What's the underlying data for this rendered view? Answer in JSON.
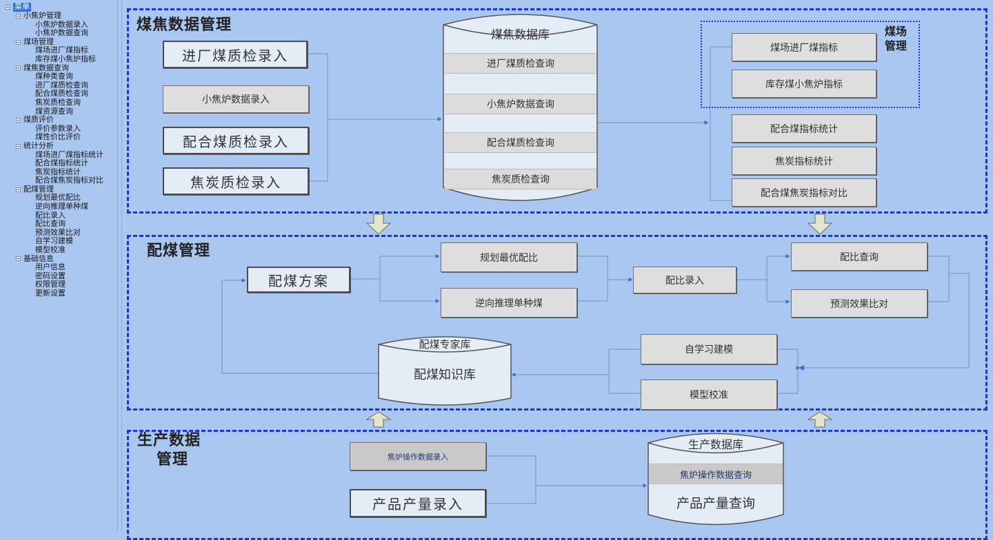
{
  "sidebar": {
    "root_label": "菜单",
    "groups": [
      {
        "label": "小焦炉管理",
        "items": [
          "小焦炉数据录入",
          "小焦炉数据查询"
        ]
      },
      {
        "label": "煤场管理",
        "items": [
          "煤场进厂煤指标",
          "库存煤小焦炉指标"
        ]
      },
      {
        "label": "煤焦数据查询",
        "items": [
          "煤种类查询",
          "进厂煤质检查询",
          "配合煤质检查询",
          "焦炭质检查询",
          "煤资源查询"
        ]
      },
      {
        "label": "煤质评价",
        "items": [
          "评价参数录入",
          "煤性价比评价"
        ]
      },
      {
        "label": "统计分析",
        "items": [
          "煤场进厂煤指标统计",
          "配合煤指标统计",
          "焦炭指标统计",
          "配合煤焦炭指标对比"
        ]
      },
      {
        "label": "配煤管理",
        "items": [
          "规划最优配比",
          "逆向推理单种煤",
          "配比录入",
          "配比查询",
          "预测效果比对",
          "自学习建模",
          "模型校准"
        ]
      },
      {
        "label": "基础信息",
        "items": [
          "用户信息",
          "密码设置",
          "权限管理",
          "更新设置"
        ]
      }
    ]
  },
  "section_coal_data": {
    "title": "煤焦数据管理",
    "inputs": [
      "进厂煤质检录入",
      "小焦炉数据录入",
      "配合煤质检录入",
      "焦炭质检录入"
    ],
    "database": {
      "title": "煤焦数据库",
      "bands": [
        "进厂煤质检查询",
        "小焦炉数据查询",
        "配合煤质检查询",
        "焦炭质检查询"
      ]
    },
    "coal_yard": {
      "title_line1": "煤场",
      "title_line2": "管理",
      "items": [
        "煤场进厂煤指标",
        "库存煤小焦炉指标"
      ]
    },
    "stats": [
      "配合煤指标统计",
      "焦炭指标统计",
      "配合煤焦炭指标对比"
    ]
  },
  "section_blending": {
    "title": "配煤管理",
    "plan": "配煤方案",
    "methods": [
      "规划最优配比",
      "逆向推理单种煤"
    ],
    "ratio_entry": "配比录入",
    "ratio_outputs": [
      "配比查询",
      "预测效果比对"
    ],
    "learning": [
      "自学习建模",
      "模型校准"
    ],
    "knowledge_db": {
      "title": "配煤专家库",
      "body": "配煤知识库"
    }
  },
  "section_production": {
    "title_line1": "生产数据",
    "title_line2": "管理",
    "inputs": [
      "焦炉操作数据录入",
      "产品产量录入"
    ],
    "database": {
      "title": "生产数据库",
      "bands": [
        "焦炉操作数据查询",
        "产品产量查询"
      ]
    }
  },
  "colors": {
    "background": "#a9c7f0",
    "region_border": "#1535e0",
    "connector": "#6e92cc",
    "arrowhead": "#3e6fc4",
    "block_arrow_fill": "#e2e6cc"
  }
}
